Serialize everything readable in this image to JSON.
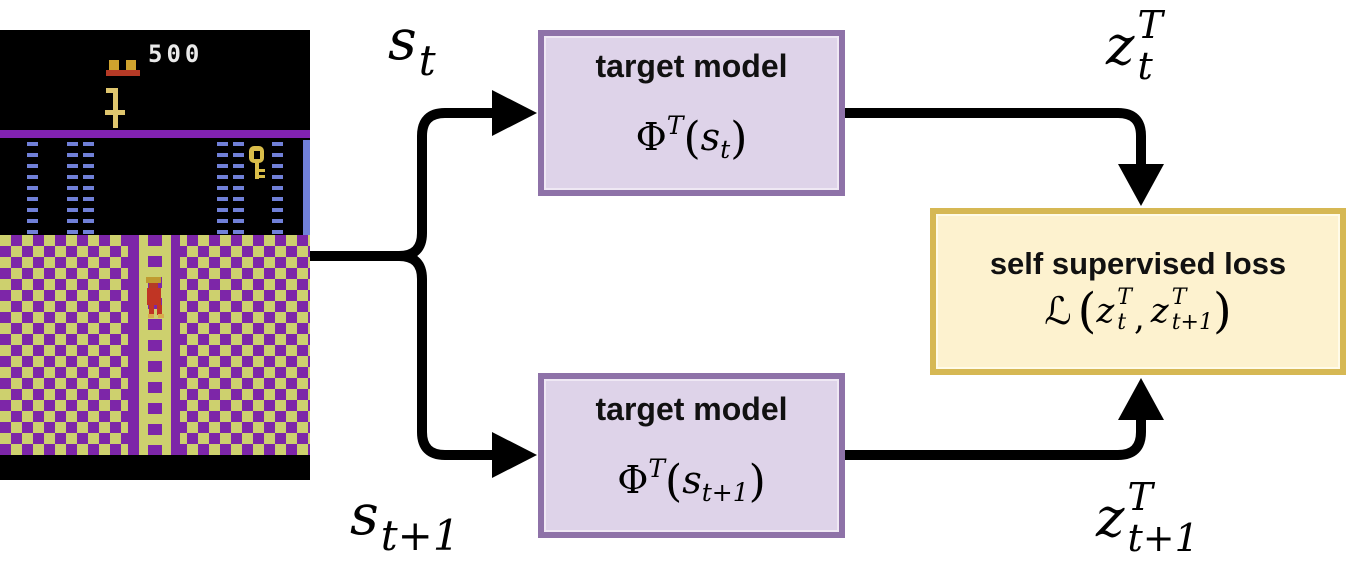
{
  "game": {
    "score": "500"
  },
  "labels": {
    "s_t": {
      "base": "s",
      "sub": "t"
    },
    "s_t1": {
      "base": "s",
      "sub": "t+1"
    },
    "z_t": {
      "base": "z",
      "sup": "T",
      "sub": "t"
    },
    "z_t1": {
      "base": "z",
      "sup": "T",
      "sub": "t+1"
    }
  },
  "target_top": {
    "title": "target model",
    "formula": {
      "base": "Φ",
      "sup": "T",
      "open": "(",
      "arg": "s",
      "arg_sub": "t",
      "close": ")"
    }
  },
  "target_bottom": {
    "title": "target model",
    "formula": {
      "base": "Φ",
      "sup": "T",
      "open": "(",
      "arg": "s",
      "arg_sub": "t+1",
      "close": ")"
    }
  },
  "loss": {
    "title": "self supervised loss",
    "formula": {
      "op": "ℒ",
      "open": "(",
      "z1": {
        "base": "z",
        "sup": "T",
        "sub": "t"
      },
      "comma": ",",
      "z2": {
        "base": "z",
        "sup": "T",
        "sub": "t+1"
      },
      "close": ")"
    }
  },
  "colors": {
    "arrow": "#000000",
    "target_box_border": "#8e72a8",
    "target_box_fill": "#ded3e9",
    "loss_box_border": "#d6b854",
    "loss_box_fill": "#fdf2cf",
    "game_purple": "#7d26a8",
    "game_olive": "#cdd06e",
    "game_blue": "#7080d8",
    "game_yellow": "#d9bd4a",
    "game_red": "#c03524",
    "score_white": "#e9e9e9"
  }
}
